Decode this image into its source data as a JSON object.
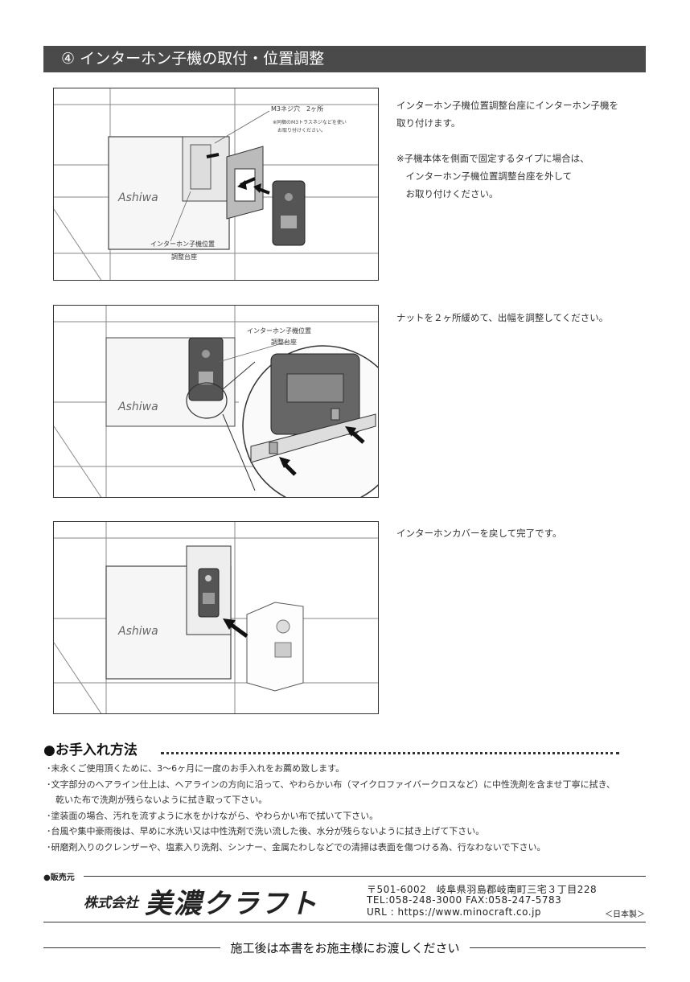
{
  "header": {
    "title": "④ インターホン子機の取付・位置調整"
  },
  "step1": {
    "callout_screw": "M3ネジ穴　2ヶ所",
    "callout_screw_note_1": "※同梱のM3トラスネジなどを使い",
    "callout_screw_note_2": "お取り付けください。",
    "callout_base_1": "インターホン子機位置",
    "callout_base_2": "調整台座",
    "text_lines": [
      "インターホン子機位置調整台座にインターホン子機を",
      "取り付けます。",
      "",
      "※子機本体を側面で固定するタイプに場合は、",
      "　インターホン子機位置調整台座を外して",
      "　お取り付けください。"
    ]
  },
  "step2": {
    "callout_base_1": "インターホン子機位置",
    "callout_base_2": "調整台座",
    "text_lines": [
      "ナットを２ヶ所緩めて、出幅を調整してください。"
    ]
  },
  "step3": {
    "text_lines": [
      "インターホンカバーを戻して完了です。"
    ]
  },
  "care": {
    "title": "●お手入れ方法",
    "items": [
      "･末永くご使用頂くために、3～6ヶ月に一度のお手入れをお薦め致します。",
      "･文字部分のヘアライン仕上は、ヘアラインの方向に沿って、やわらかい布（マイクロファイバークロスなど）に中性洗剤を含ませ丁寧に拭き、",
      "　乾いた布で洗剤が残らないように拭き取って下さい。",
      "･塗装面の場合、汚れを流すように水をかけながら、やわらかい布で拭いて下さい。",
      "･台風や集中豪雨後は、早めに水洗い又は中性洗剤で洗い流した後、水分が残らないように拭き上げて下さい。",
      "･研磨剤入りのクレンザーや、塩素入り洗剤、シンナー、金属たわしなどでの清掃は表面を傷つける為、行なわないで下さい。"
    ]
  },
  "seller": {
    "label": "●販売元",
    "company_prefix": "株式会社",
    "company_name": "美濃クラフト",
    "address": "〒501-6002　岐阜県羽島郡岐南町三宅３丁目228",
    "tel_fax": "TEL:058-248-3000 FAX:058-247-5783",
    "url": "URL : https://www.minocraft.co.jp",
    "made_in": "＜日本製＞"
  },
  "footer": {
    "note": "施工後は本書をお施主様にお渡しください"
  },
  "colors": {
    "header_bg": "#4a4a4a",
    "line": "#333333"
  }
}
